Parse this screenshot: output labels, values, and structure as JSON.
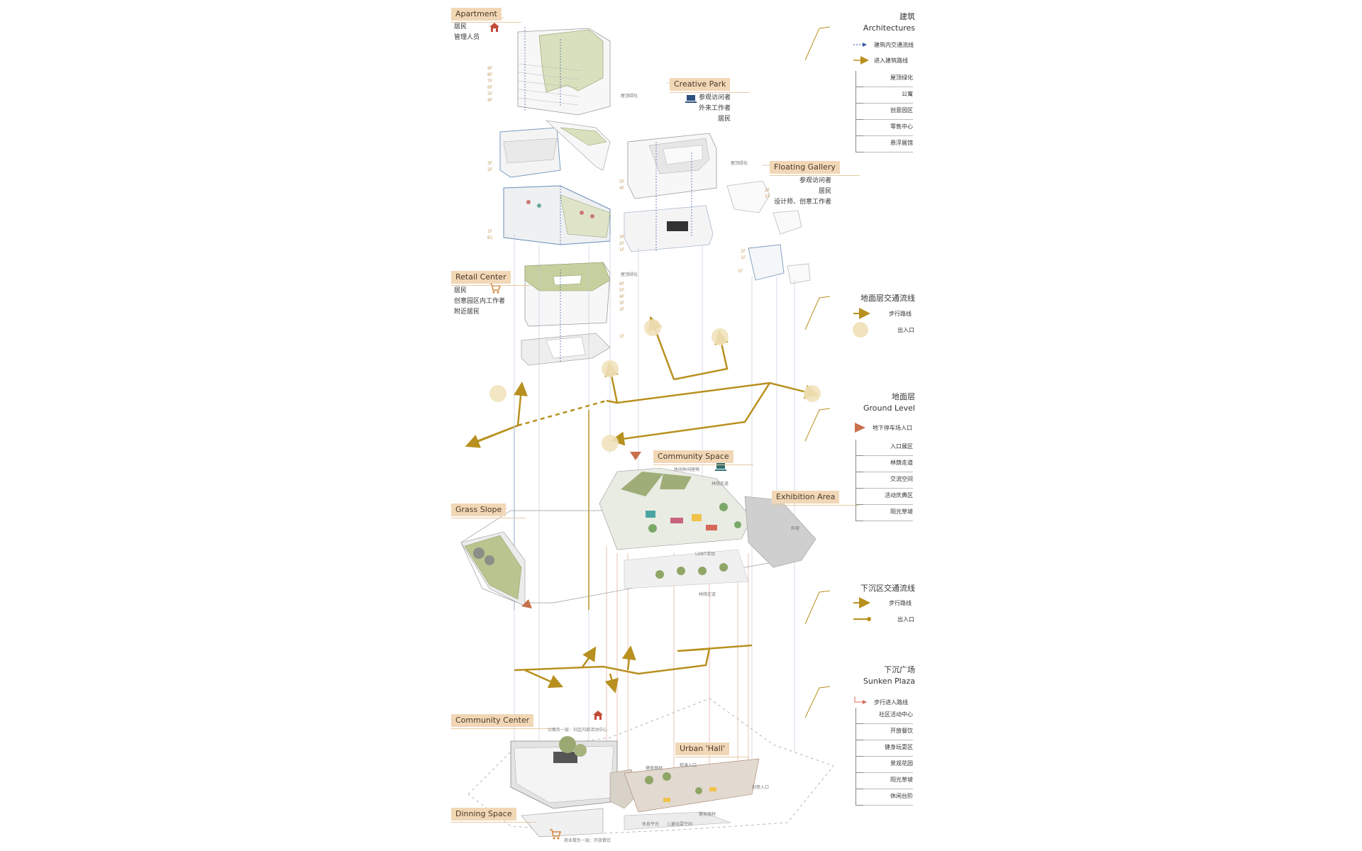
{
  "zones": {
    "apartment": {
      "label": "Apartment",
      "users": [
        "居民",
        "管理人员"
      ]
    },
    "creative_park": {
      "label": "Creative Park",
      "users": [
        "参观访问者",
        "外来工作者",
        "居民"
      ]
    },
    "floating_gallery": {
      "label": "Floating Gallery",
      "users": [
        "参观访问者",
        "居民",
        "设计师、创意工作者"
      ]
    },
    "retail_center": {
      "label": "Retail Center",
      "users": [
        "居民",
        "创意园区内工作者",
        "附近居民"
      ]
    },
    "community_space": {
      "label": "Community Space"
    },
    "exhibition_area": {
      "label": "Exhibition Area"
    },
    "grass_slope": {
      "label": "Grass Slope"
    },
    "community_center": {
      "label": "Community Center"
    },
    "urban_hall": {
      "label": "Urban 'Hall'"
    },
    "dinning_space": {
      "label": "Dinning Space"
    }
  },
  "floor_labels": {
    "apartment_upper": [
      "9F",
      "8F",
      "7F",
      "6F",
      "5F",
      "4F"
    ],
    "apartment_lower": [
      "3F",
      "2F"
    ],
    "apartment_base": [
      "1F",
      "B1"
    ],
    "creative_upper": [
      "5F",
      "4F"
    ],
    "creative_lower": [
      "3F",
      "2F",
      "1F"
    ],
    "gallery_a": [
      "2F",
      "1F"
    ],
    "gallery_b": [
      "2F",
      "1F"
    ],
    "gallery_c": [
      "1F"
    ],
    "retail_upper": [
      "6F",
      "5F",
      "4F",
      "3F",
      "2F"
    ],
    "retail_lower": [
      "1F"
    ]
  },
  "annotations": {
    "roof_green_1": "屋顶绿化",
    "roof_green_2": "屋顶绿化",
    "roof_green_3": "屋顶绿化",
    "community_space_a": "休闲休闲座椅",
    "community_space_b": "林荫走道",
    "ramp": "斜坡",
    "lgbt": "LGBT活动",
    "tree_walk": "林荫走道",
    "cc_note": "公寓负一层：社区内部活动中心",
    "fitness_1": "健身器材",
    "viewing_deck": "观演入口",
    "sunken_entry": "创意入口",
    "rest_platform": "休息平台",
    "kids_space": "儿童玩耍空间",
    "fitness_2": "健身器材",
    "dining_note": "商业楼负一层：开放餐饮"
  },
  "legend": {
    "architectures": {
      "title_cn": "建筑",
      "title_en": "Architectures",
      "flow_inner": "建筑内交通流线",
      "flow_enter": "进入建筑路线",
      "items": [
        "屋顶绿化",
        "公寓",
        "创意园区",
        "零售中心",
        "悬浮展馆"
      ]
    },
    "ground_flow": {
      "title_cn": "地面层交通流线",
      "walk": "步行路线",
      "entrance": "出入口"
    },
    "ground_level": {
      "title_cn": "地面层",
      "title_en": "Ground Level",
      "parking": "地下停车场入口",
      "items": [
        "入口展区",
        "林荫走道",
        "交流空间",
        "活动庆典区",
        "阳光草坡"
      ]
    },
    "sunken_flow": {
      "title_cn": "下沉区交通流线",
      "walk": "步行路线",
      "entrance": "出入口"
    },
    "sunken_plaza": {
      "title_cn": "下沉广场",
      "title_en": "Sunken Plaza",
      "enter": "步行进入路线",
      "items": [
        "社区活动中心",
        "开放餐饮",
        "健身玩耍区",
        "景观花园",
        "阳光草坡",
        "休闲台阶"
      ]
    }
  },
  "colors": {
    "ochre": "#b8901f",
    "tag_bg": "#f1d7b6",
    "flow_blue": "#3a5aa8",
    "sunken_red": "#d46a5a",
    "green": "#a9b97e",
    "blue_edge": "#6b8fb8",
    "parking_triangle": "#c8714a",
    "entrance_circle": "#f1e3bd"
  },
  "icons": {
    "apartment": "house-icon",
    "creative": "laptop-icon",
    "retail": "cart-icon",
    "community_space": "laptop-icon",
    "community_center": "house-icon",
    "dining": "cart-icon"
  }
}
